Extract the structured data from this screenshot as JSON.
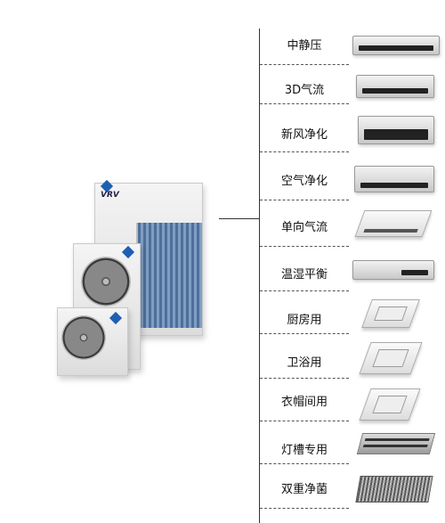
{
  "outdoor_units": {
    "brand_badge": "daikin-logo",
    "model_logo": "VRV"
  },
  "indoor_types": [
    {
      "label": "中静压",
      "icon": "duct-unit-icon"
    },
    {
      "label": "3D气流",
      "icon": "duct-unit-3d-icon"
    },
    {
      "label": "新风净化",
      "icon": "fresh-air-unit-icon"
    },
    {
      "label": "空气净化",
      "icon": "purifier-unit-icon"
    },
    {
      "label": "单向气流",
      "icon": "one-way-cassette-icon"
    },
    {
      "label": "温湿平衡",
      "icon": "slim-duct-icon"
    },
    {
      "label": "厨房用",
      "icon": "kitchen-cassette-icon"
    },
    {
      "label": "卫浴用",
      "icon": "bathroom-cassette-icon"
    },
    {
      "label": "衣帽间用",
      "icon": "closet-cassette-icon"
    },
    {
      "label": "灯槽专用",
      "icon": "light-trough-unit-icon"
    },
    {
      "label": "双重净菌",
      "icon": "dual-sterilize-unit-icon"
    }
  ]
}
